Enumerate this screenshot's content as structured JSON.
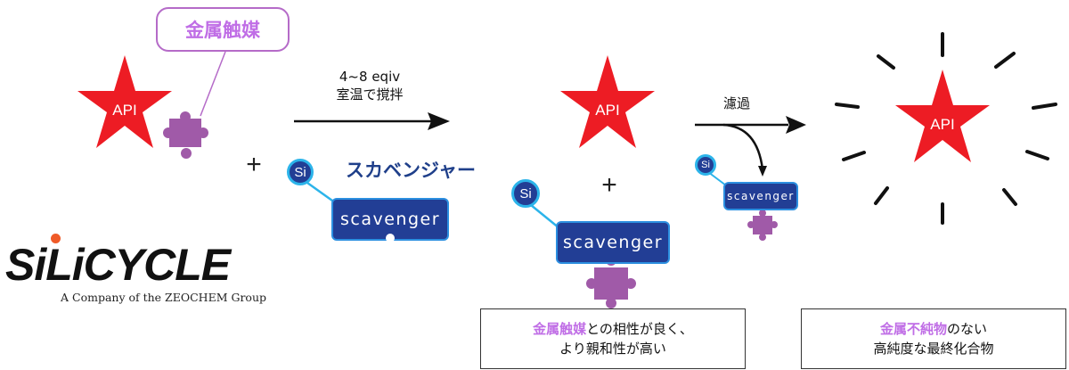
{
  "title": "Metal scavenger process diagram",
  "colors": {
    "api_star": "#ed1c24",
    "metal_catalyst": "#a05aa8",
    "highlight_text": "#c06ee6",
    "scavenger_fill": "#223e95",
    "scavenger_border": "#2cb4ea",
    "logo_dot": "#ef5a28"
  },
  "reactants": {
    "callout_label": "金属触媒",
    "api_label": "API",
    "plus": "+"
  },
  "scavenger": {
    "si_label": "Si",
    "box_label": "scavenger",
    "japanese_label": "スカベンジャー"
  },
  "reaction_arrow": {
    "line1": "4~8 eqiv",
    "line2": "室温で撹拌"
  },
  "intermediate": {
    "api_label": "API",
    "plus": "+",
    "si_label": "Si",
    "box_label": "scavenger"
  },
  "filtration": {
    "label": "濾過",
    "si_label": "Si",
    "box_label": "scavenger"
  },
  "product": {
    "api_label": "API"
  },
  "notes": [
    {
      "highlight": "金属触媒",
      "rest_line1": "との相性が良く、",
      "line2": "より親和性が高い"
    },
    {
      "highlight": "金属不純物",
      "rest_line1": "のない",
      "line2": "高純度な最終化合物"
    }
  ],
  "logo": {
    "name": "SiLiCYCLE",
    "tagline": "A Company of the ZEOCHEM Group"
  }
}
